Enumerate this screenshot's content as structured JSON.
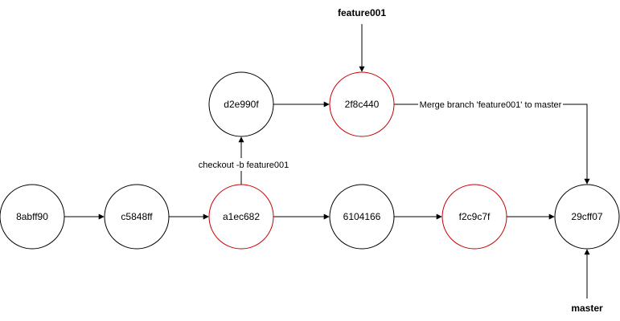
{
  "colors": {
    "background": "#ffffff",
    "stroke": "#000000",
    "highlight": "#cc0000"
  },
  "commits": {
    "c1": {
      "id": "8abff90",
      "highlight": false
    },
    "c2": {
      "id": "c5848ff",
      "highlight": false
    },
    "c3": {
      "id": "a1ec682",
      "highlight": true
    },
    "c4": {
      "id": "6104166",
      "highlight": false
    },
    "c5": {
      "id": "f2c9c7f",
      "highlight": true
    },
    "c6": {
      "id": "29cff07",
      "highlight": false
    },
    "b1": {
      "id": "d2e990f",
      "highlight": false
    },
    "b2": {
      "id": "2f8c440",
      "highlight": true
    }
  },
  "edge_labels": {
    "checkout": "checkout -b feature001",
    "merge": "Merge branch 'feature001' to master"
  },
  "branches": {
    "feature": "feature001",
    "master": "master"
  }
}
